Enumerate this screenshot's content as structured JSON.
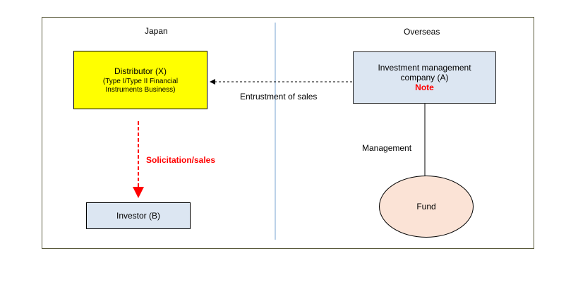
{
  "regions": {
    "left_label": "Japan",
    "right_label": "Overseas"
  },
  "nodes": {
    "distributor": {
      "title": "Distributor (X)",
      "subtitle_line1": "(Type I/Type II Financial",
      "subtitle_line2": "Instruments Business)"
    },
    "investment_company": {
      "line1": "Investment management",
      "line2": "company (A)",
      "note": "Note"
    },
    "investor": {
      "label": "Investor (B)"
    },
    "fund": {
      "label": "Fund"
    }
  },
  "edges": {
    "entrustment": "Entrustment of sales",
    "solicitation": "Solicitation/sales",
    "management": "Management"
  },
  "colors": {
    "distributor_fill": "#ffff00",
    "blue_box_fill": "#dce6f2",
    "fund_fill": "#fbe3d6",
    "divider": "#8fb3d9",
    "highlight_red": "#ff0000"
  }
}
